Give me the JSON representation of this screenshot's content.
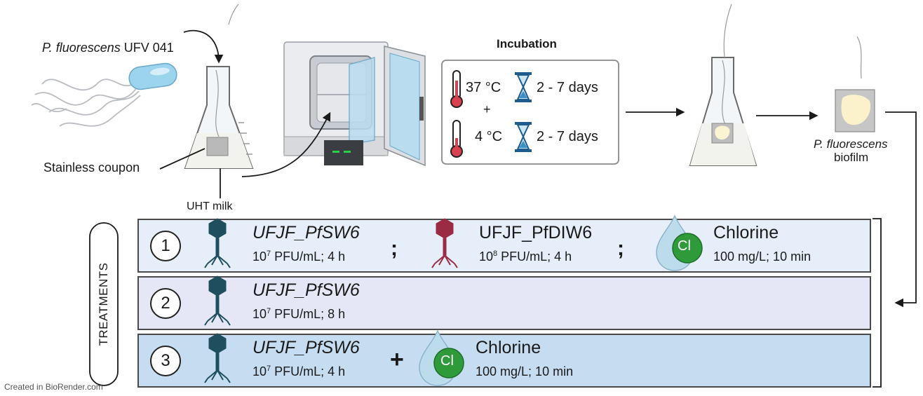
{
  "top": {
    "bacterium_species": "P. fluorescens",
    "bacterium_strain": " UFV 041",
    "coupon_label": "Stainless coupon",
    "milk_label": "UHT milk",
    "incubation_title": "Incubation",
    "temp1": "37 °C",
    "temp2": "4 °C",
    "time1": "2 - 7 days",
    "time2": "2 - 7 days",
    "plus": "+",
    "biofilm_species": "P. fluorescens",
    "biofilm_word": "biofilm"
  },
  "treatments_label": "TREATMENTS",
  "treatments": [
    {
      "number": "1",
      "a_name": "UFJF_PfSW6",
      "a_base": "10",
      "a_exp": "7",
      "a_rest": " PFU/mL; 4 h",
      "sep1": ";",
      "b_name": "UFJF_PfDIW6",
      "b_base": "10",
      "b_exp": "8",
      "b_rest": " PFU/mL; 4 h",
      "sep2": ";",
      "cl_symbol": "Cl",
      "c_name": "Chlorine",
      "c_detail": "100 mg/L; 10 min"
    },
    {
      "number": "2",
      "a_name": "UFJF_PfSW6",
      "a_base": "10",
      "a_exp": "7",
      "a_rest": " PFU/mL; 8 h"
    },
    {
      "number": "3",
      "a_name": "UFJF_PfSW6",
      "a_base": "10",
      "a_exp": "7",
      "a_rest": " PFU/mL; 4 h",
      "plus": "+",
      "cl_symbol": "Cl",
      "c_name": "Chlorine",
      "c_detail": "100 mg/L; 10 min"
    }
  ],
  "footer": "Created in  BioRender.com",
  "colors": {
    "row1_bg": "#e6eef9",
    "row2_bg": "#e5e7f6",
    "row3_bg": "#c5dcf1",
    "phage_teal": "#1f4e5e",
    "phage_red": "#9b2a45",
    "chlorine_green": "#2e9a3a",
    "droplet_blue": "#bcdcec"
  }
}
